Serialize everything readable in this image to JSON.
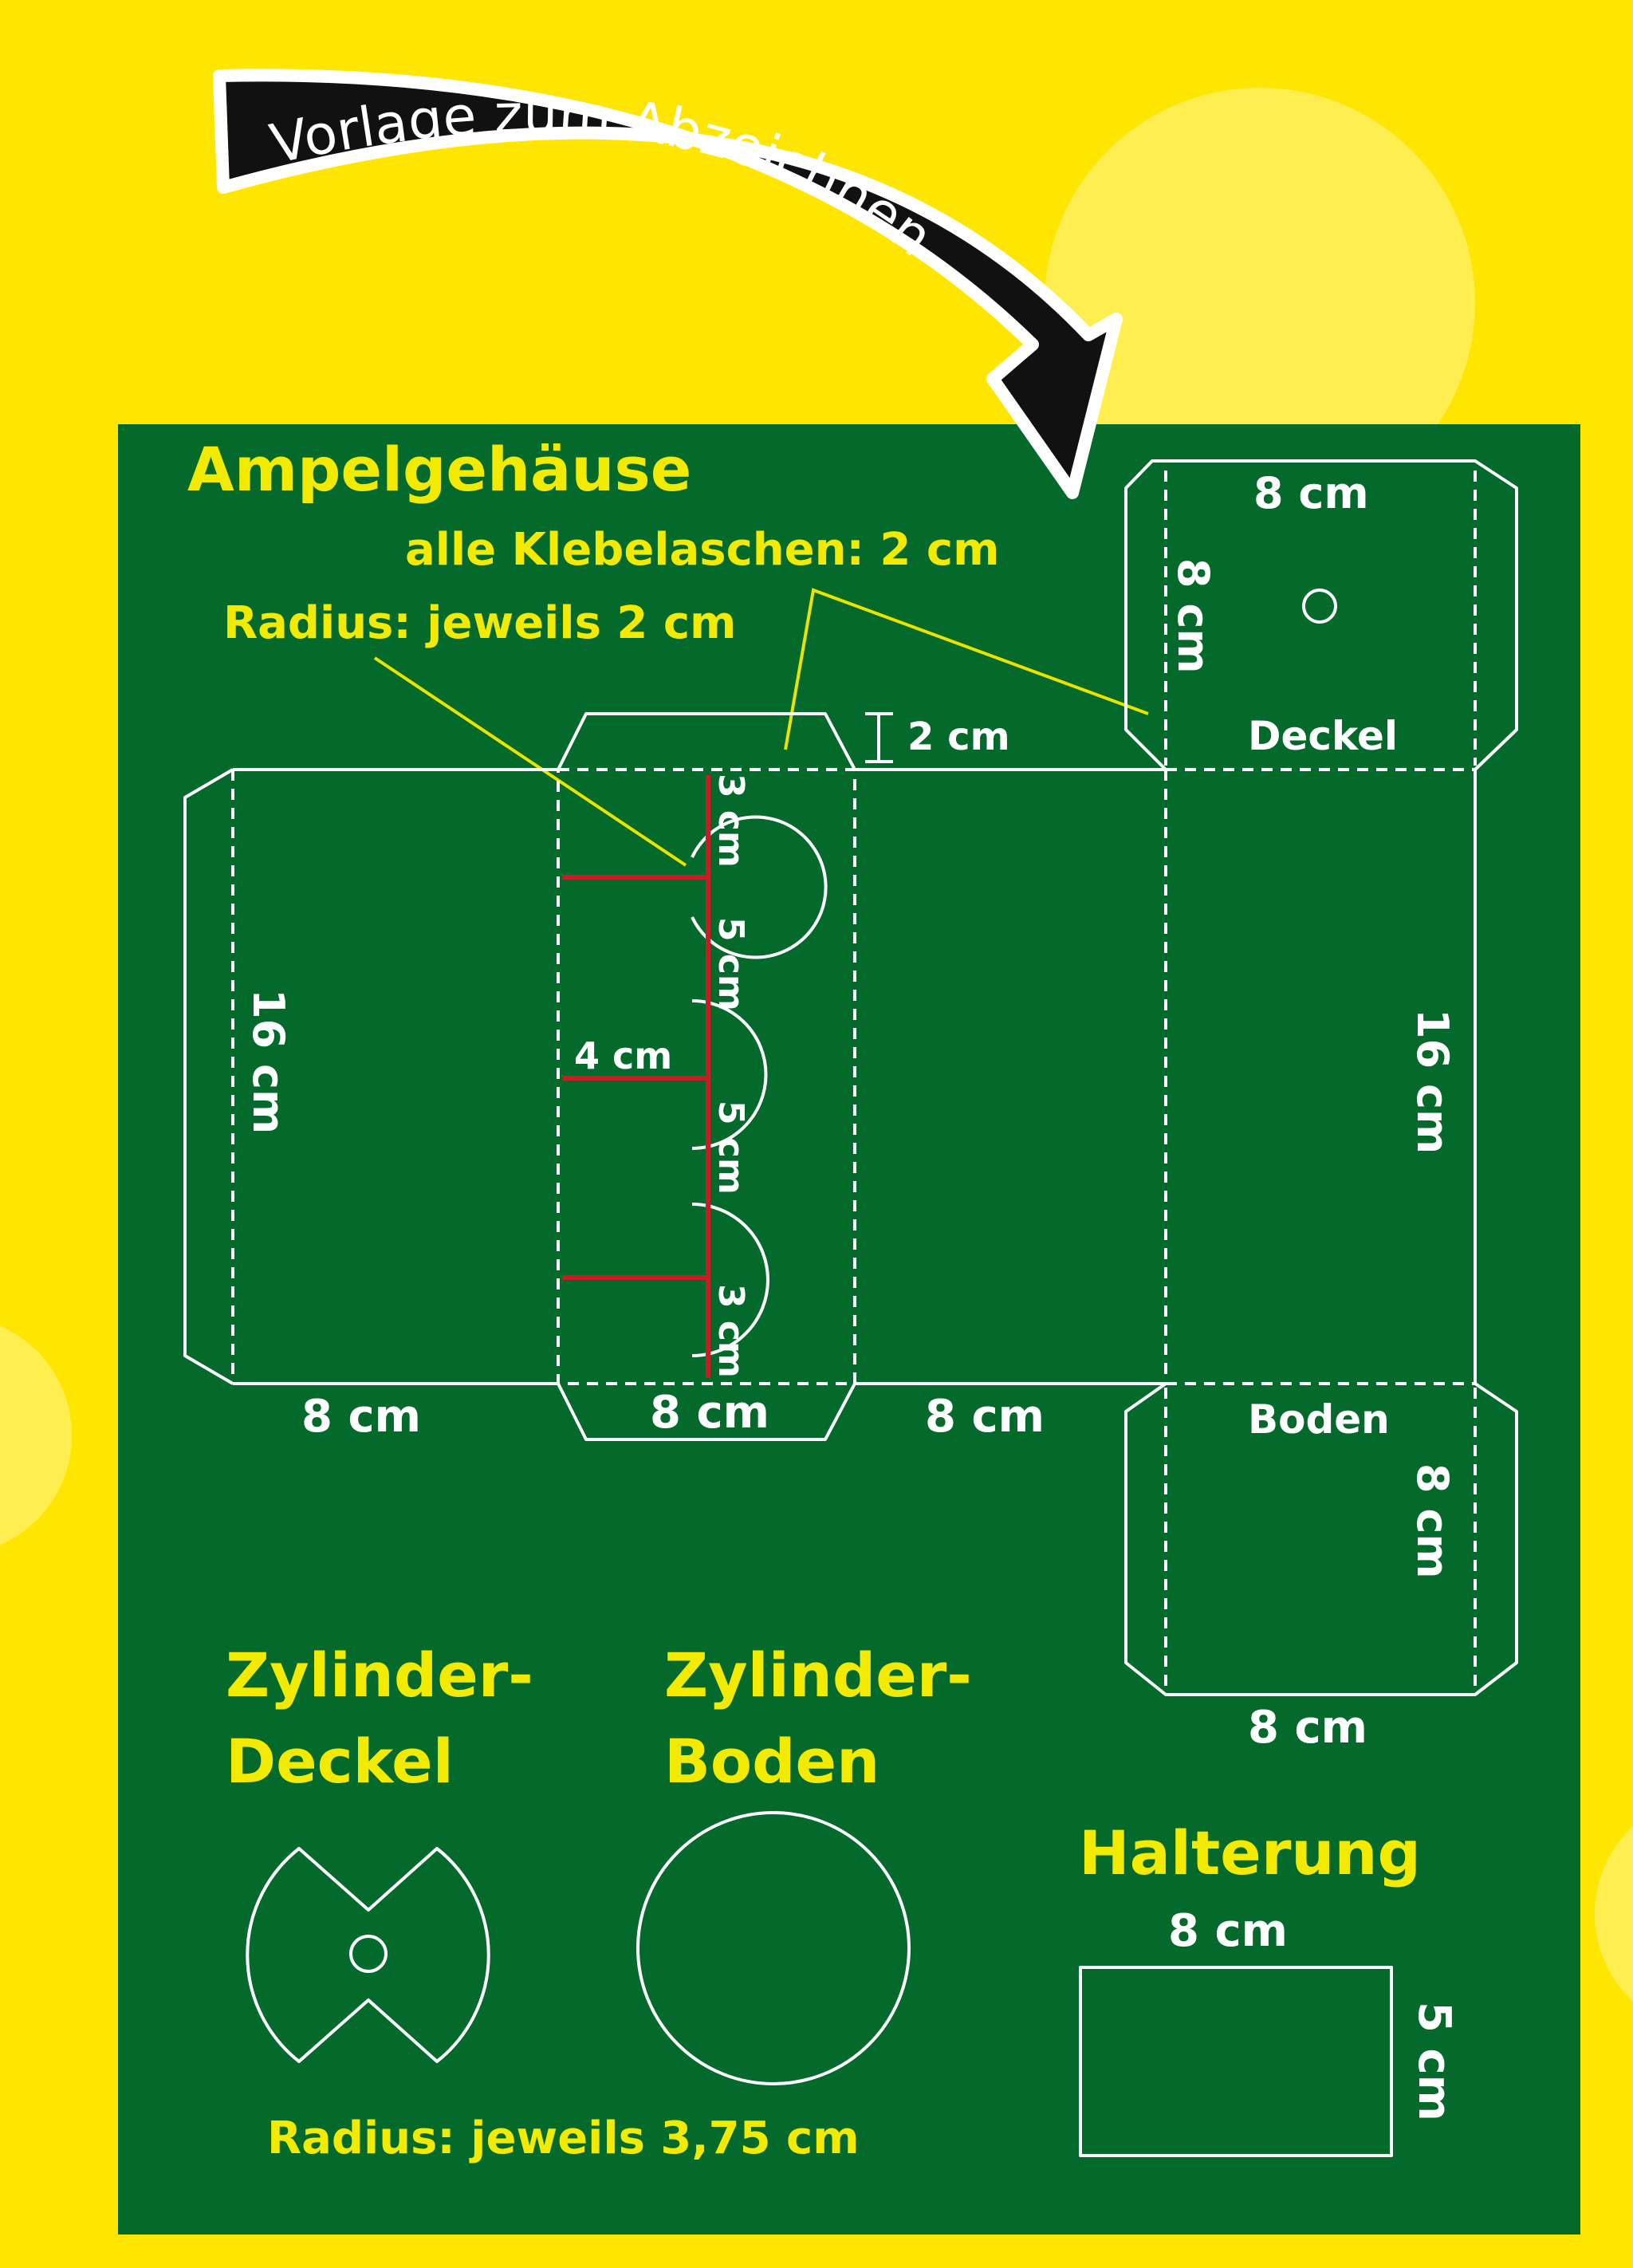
{
  "banner": {
    "text": "Vorlage zum Abzeichnen"
  },
  "colors": {
    "background": "#FFE600",
    "board": "#046A2C",
    "heading": "#F2EB00",
    "lines": "#FFFFFF",
    "marks": "#CC1B24",
    "banner": "#111111"
  },
  "sections": {
    "housing": {
      "title": "Ampelgehäuse",
      "note_flaps": "alle Klebelaschen: 2 cm",
      "note_radius": "Radius: jeweils 2 cm",
      "dims": {
        "flap": "2 cm",
        "top_width": "8 cm",
        "top_height": "8 cm",
        "height_left": "16 cm",
        "height_right": "16 cm",
        "bottom_1": "8 cm",
        "bottom_2": "8 cm",
        "bottom_3": "8 cm",
        "bottom_lid_height": "8 cm",
        "bottom_lid_width": "8 cm",
        "light_top": "3 cm",
        "light_gap_1": "5 cm",
        "light_gap_2": "5 cm",
        "light_bottom": "3 cm",
        "light_offset": "4 cm"
      },
      "lid_label": "Deckel",
      "base_label": "Boden"
    },
    "cyl_lid": {
      "title_line1": "Zylinder-",
      "title_line2": "Deckel"
    },
    "cyl_base": {
      "title_line1": "Zylinder-",
      "title_line2": "Boden"
    },
    "cyl_radius": "Radius: jeweils 3,75 cm",
    "holder": {
      "title": "Halterung",
      "width": "8 cm",
      "height": "5 cm"
    }
  }
}
